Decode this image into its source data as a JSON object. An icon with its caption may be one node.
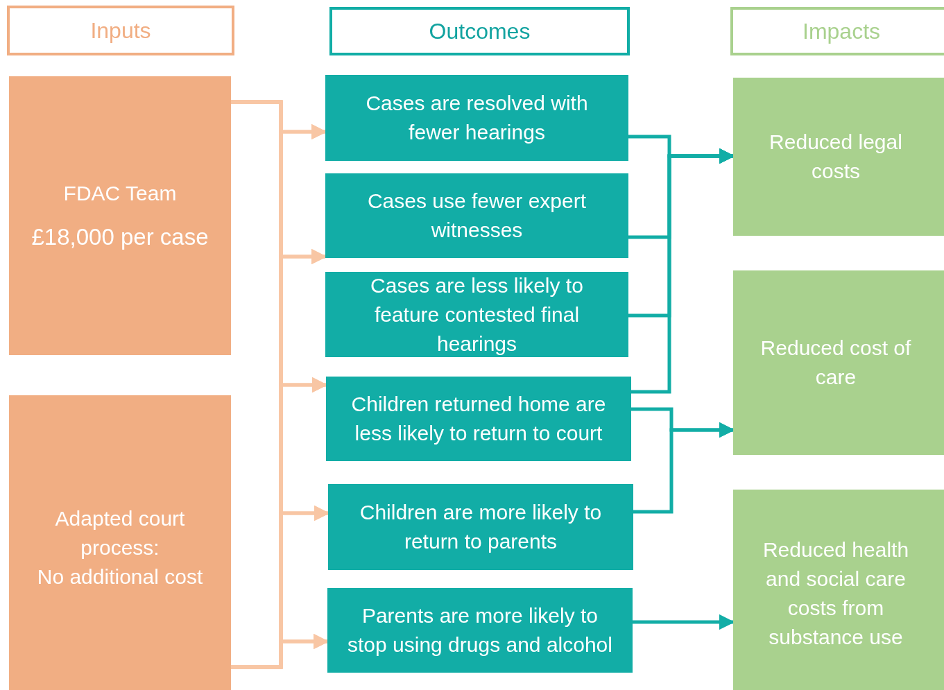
{
  "diagram": {
    "nodes": [
      {
        "text": [
          "Inputs"
        ]
      },
      {
        "text": [
          "Outcomes"
        ]
      },
      {
        "text": [
          "Impacts"
        ]
      },
      {
        "text": [
          "FDAC Team",
          "£18,000 per case"
        ]
      },
      {
        "text": [
          "Adapted court process:",
          "No additional cost"
        ]
      },
      {
        "text": [
          "Cases are resolved with fewer hearings"
        ]
      },
      {
        "text": [
          "Cases use fewer expert witnesses"
        ]
      },
      {
        "text": [
          "Cases are less likely to feature contested final hearings"
        ]
      },
      {
        "text": [
          "Children returned home are less likely to return to court"
        ]
      },
      {
        "text": [
          "Children are more likely to return to parents"
        ]
      },
      {
        "text": [
          "Parents are more likely to stop using drugs and alcohol"
        ]
      },
      {
        "text": [
          "Reduced legal costs"
        ]
      },
      {
        "text": [
          "Reduced cost of care"
        ]
      },
      {
        "text": [
          "Reduced health and social care costs from substance use"
        ]
      }
    ],
    "edges": [
      {
        "from": 3,
        "to": 5,
        "arrow": "to"
      },
      {
        "from": 3,
        "to": 6,
        "arrow": "to"
      },
      {
        "from": 3,
        "to": 8,
        "arrow": "to"
      },
      {
        "from": 3,
        "to": 9,
        "arrow": "to"
      },
      {
        "from": 3,
        "to": 10,
        "arrow": "to"
      },
      {
        "from": 4,
        "to": 5,
        "arrow": "to"
      },
      {
        "from": 4,
        "to": 6,
        "arrow": "to"
      },
      {
        "from": 4,
        "to": 8,
        "arrow": "to"
      },
      {
        "from": 4,
        "to": 9,
        "arrow": "to"
      },
      {
        "from": 4,
        "to": 10,
        "arrow": "to"
      },
      {
        "from": 5,
        "to": 11,
        "arrow": "to",
        "color": "#12ada6"
      },
      {
        "from": 6,
        "to": 11,
        "arrow": "to",
        "color": "#12ada6"
      },
      {
        "from": 7,
        "to": 11,
        "arrow": "to",
        "color": "#12ada6"
      },
      {
        "from": 8,
        "to": 11,
        "arrow": "to",
        "color": "#12ada6"
      },
      {
        "from": 8,
        "to": 12,
        "arrow": "to",
        "color": "#12ada6"
      },
      {
        "from": 9,
        "to": 12,
        "arrow": "to",
        "color": "#12ada6"
      },
      {
        "from": 10,
        "to": 13,
        "arrow": "to",
        "color": "#12ada6"
      }
    ]
  }
}
